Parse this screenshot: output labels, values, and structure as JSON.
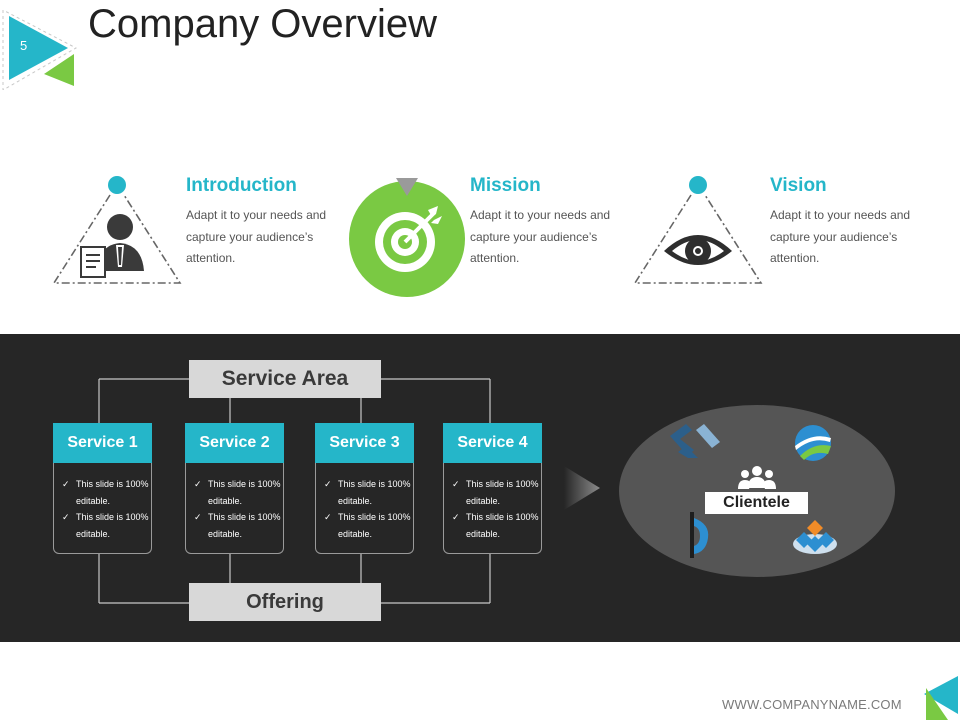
{
  "slide": {
    "number": "5",
    "title": "Company Overview",
    "footer_url": "WWW.COMPANYNAME.COM"
  },
  "features": [
    {
      "heading": "Introduction",
      "desc": "Adapt it to your needs and capture your audience’s attention.",
      "icon": "businessman-with-document-icon"
    },
    {
      "heading": "Mission",
      "desc": "Adapt it to your needs and capture your audience’s attention.",
      "icon": "target-with-arrow-icon"
    },
    {
      "heading": "Vision",
      "desc": "Adapt it to your needs and capture your audience’s attention.",
      "icon": "eye-icon"
    }
  ],
  "diagram": {
    "top_label": "Service Area",
    "bottom_label": "Offering",
    "services": [
      {
        "title": "Service 1",
        "items": [
          "This slide is 100% editable.",
          "This slide is 100% editable."
        ]
      },
      {
        "title": "Service 2",
        "items": [
          "This slide is 100% editable.",
          "This slide is 100% editable."
        ]
      },
      {
        "title": "Service 3",
        "items": [
          "This slide is 100% editable.",
          "This slide is 100% editable."
        ]
      },
      {
        "title": "Service 4",
        "items": [
          "This slide is 100% editable.",
          "This slide is 100% editable."
        ]
      }
    ],
    "clientele_label": "Clientele",
    "check_glyph": "✓"
  },
  "colors": {
    "accent_teal": "#25b6c9",
    "accent_green": "#7ac943",
    "dark_band": "#262626",
    "label_gray": "#d8d8d8"
  }
}
